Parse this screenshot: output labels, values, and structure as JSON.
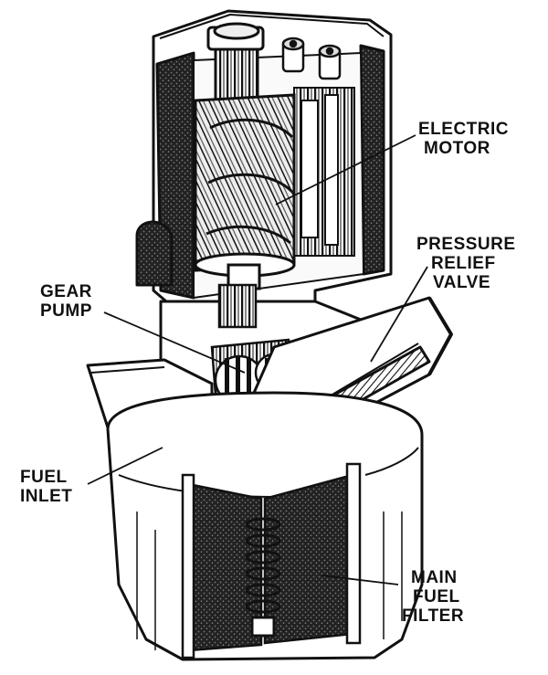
{
  "labels": {
    "electric_motor": [
      "ELECTRIC",
      "MOTOR"
    ],
    "pressure_relief_valve": [
      "PRESSURE",
      "RELIEF",
      "VALVE"
    ],
    "gear_pump": [
      "GEAR",
      "PUMP"
    ],
    "fuel_inlet": [
      "FUEL",
      "INLET"
    ],
    "main_fuel_filter": [
      "MAIN",
      "FUEL",
      "FILTER"
    ]
  },
  "colors": {
    "ink": "#111111",
    "paper": "#ffffff",
    "shade": "#3a3a3a"
  }
}
